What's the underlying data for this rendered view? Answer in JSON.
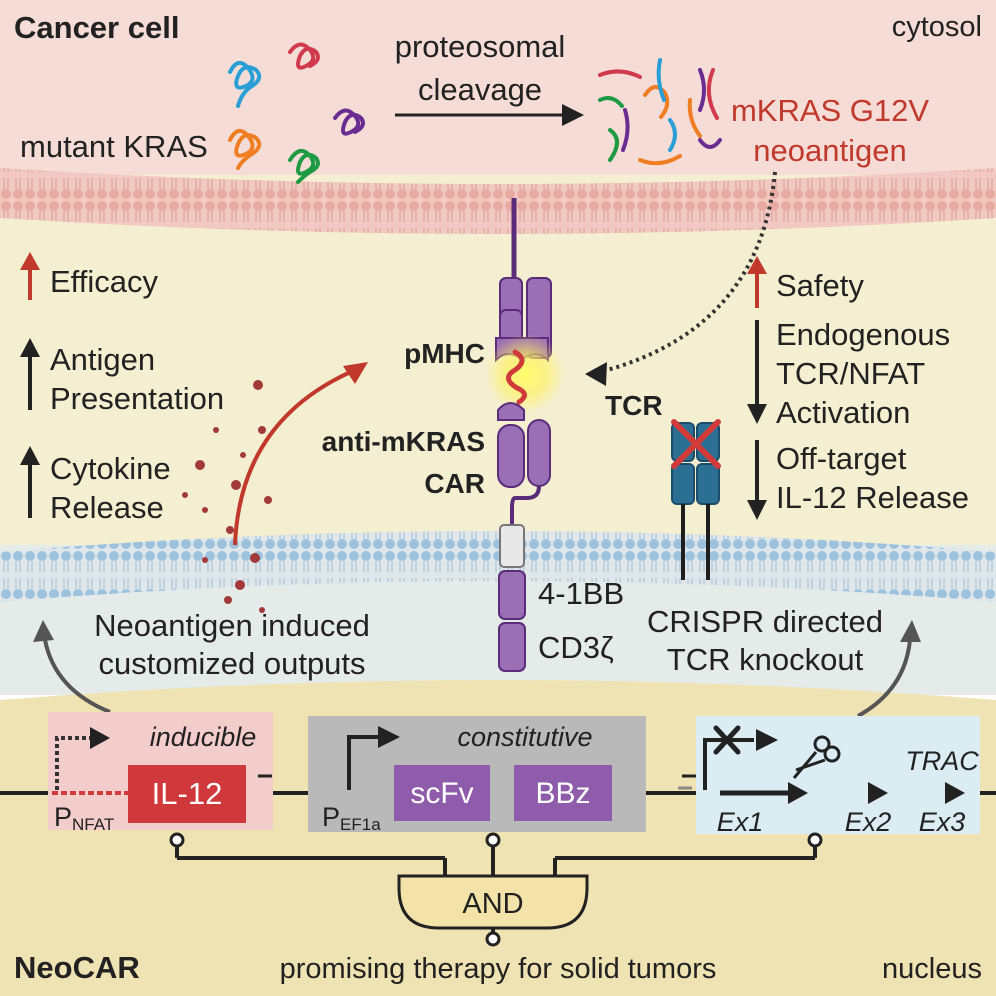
{
  "title": "Cancer cell",
  "corner_labels": {
    "cytosol": "cytosol",
    "nucleus": "nucleus",
    "neocar": "NeoCAR"
  },
  "antigen_processing": {
    "source": "mutant KRAS",
    "process_line1": "proteosomal",
    "process_line2": "cleavage",
    "product_line1": "mKRAS G12V",
    "product_line2": "neoantigen"
  },
  "left_effects": [
    {
      "direction": "up",
      "lines": [
        "Efficacy"
      ],
      "color": "#c0392b"
    },
    {
      "direction": "up",
      "lines": [
        "Antigen",
        "Presentation"
      ],
      "color": "#222222"
    },
    {
      "direction": "up",
      "lines": [
        "Cytokine",
        "Release"
      ],
      "color": "#222222"
    }
  ],
  "right_effects": [
    {
      "direction": "up",
      "lines": [
        "Safety"
      ],
      "color": "#c0392b"
    },
    {
      "direction": "down",
      "lines": [
        "Endogenous",
        "TCR/NFAT",
        "Activation"
      ],
      "color": "#222222"
    },
    {
      "direction": "down",
      "lines": [
        "Off-target",
        "IL-12 Release"
      ],
      "color": "#222222"
    }
  ],
  "receptors": {
    "pmhc": "pMHC",
    "car_line1": "anti-mKRAS",
    "car_line2": "CAR",
    "tcr": "TCR",
    "domain_1": "4-1BB",
    "domain_2": "CD3ζ"
  },
  "outputs": {
    "left_line1": "Neoantigen induced",
    "left_line2": "customized outputs",
    "right_line1": "CRISPR directed",
    "right_line2": "TCR knockout"
  },
  "genetics": {
    "inducible_label": "inducible",
    "promoter_nfat": "P",
    "promoter_nfat_sub": "NFAT",
    "il12": "IL-12",
    "constitutive_label": "constitutive",
    "promoter_ef1a": "P",
    "promoter_ef1a_sub": "EF1a",
    "scfv": "scFv",
    "bbz": "BBz",
    "trac": "TRAC",
    "exons": [
      "Ex1",
      "Ex2",
      "Ex3"
    ],
    "gate": "AND"
  },
  "conclusion": "promising therapy for solid tumors",
  "colors": {
    "cytosol_bg": "#f5dcd6",
    "cell_bg": "#f5efd2",
    "nucleus_bg": "#efe3b3",
    "car_purple": "#9a6fb5",
    "tcr_blue": "#2b6f95",
    "il12_red": "#d0393b",
    "accent_red": "#c0392b"
  }
}
